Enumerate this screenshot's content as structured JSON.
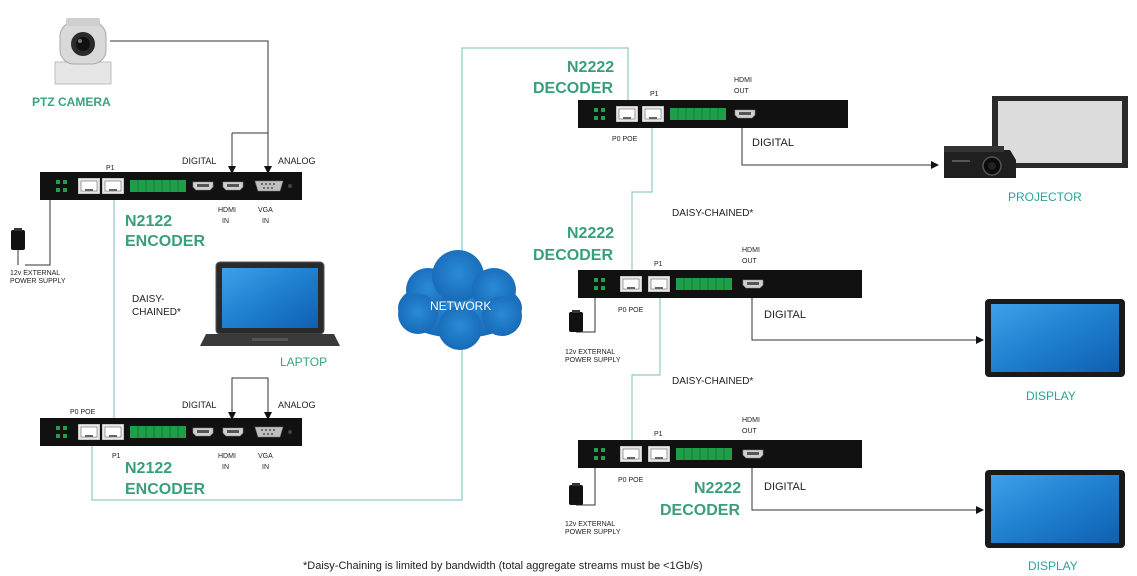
{
  "camera": {
    "label": "PTZ CAMERA"
  },
  "laptop": {
    "label": "LAPTOP",
    "daisy_line1": "DAISY-",
    "daisy_line2": "CHAINED*"
  },
  "network": {
    "label": "NETWORK"
  },
  "encoder_top": {
    "model": "N2122",
    "type": "ENCODER",
    "port_p1": "P1",
    "digital": "DIGITAL",
    "analog": "ANALOG",
    "hdmi_in_1": "HDMI",
    "hdmi_in_2": "IN",
    "vga_in_1": "VGA",
    "vga_in_2": "IN",
    "psu_1": "12v EXTERNAL",
    "psu_2": "POWER SUPPLY"
  },
  "encoder_bottom": {
    "model": "N2122",
    "type": "ENCODER",
    "port_p0": "P0 POE",
    "port_p1": "P1",
    "digital": "DIGITAL",
    "analog": "ANALOG",
    "hdmi_in_1": "HDMI",
    "hdmi_in_2": "IN",
    "vga_in_1": "VGA",
    "vga_in_2": "IN"
  },
  "decoder_1": {
    "model": "N2222",
    "type": "DECODER",
    "port_p1": "P1",
    "port_p0": "P0 POE",
    "hdmi_out_1": "HDMI",
    "hdmi_out_2": "OUT",
    "digital": "DIGITAL"
  },
  "decoder_2": {
    "model": "N2222",
    "type": "DECODER",
    "port_p1": "P1",
    "port_p0": "P0 POE",
    "hdmi_out_1": "HDMI",
    "hdmi_out_2": "OUT",
    "digital": "DIGITAL",
    "psu_1": "12v EXTERNAL",
    "psu_2": "POWER SUPPLY"
  },
  "decoder_3": {
    "model": "N2222",
    "type": "DECODER",
    "port_p1": "P1",
    "port_p0": "P0 POE",
    "hdmi_out_1": "HDMI",
    "hdmi_out_2": "OUT",
    "digital": "DIGITAL",
    "psu_1": "12v EXTERNAL",
    "psu_2": "POWER SUPPLY"
  },
  "daisy_chain_1": "DAISY-CHAINED*",
  "daisy_chain_2": "DAISY-CHAINED*",
  "projector": {
    "label": "PROJECTOR"
  },
  "display_1": {
    "label": "DISPLAY"
  },
  "display_2": {
    "label": "DISPLAY"
  },
  "footnote": "*Daisy-Chaining is limited by bandwidth (total aggregate streams must be <1Gb/s)",
  "colors": {
    "accent_green": "#3a9e7a",
    "wire_blue": "#8fc9c9",
    "device_black": "#111111",
    "cloud_blue": "#1d78c1"
  }
}
